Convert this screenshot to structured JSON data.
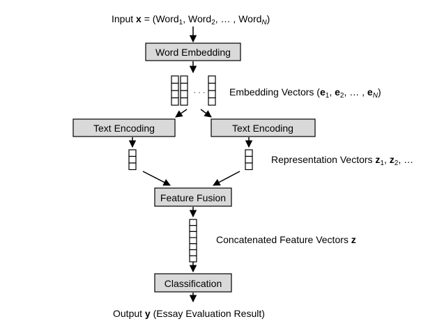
{
  "input_caption": {
    "prefix": "Input ",
    "var": "x",
    "eq": " = (Word",
    "sub1": "1",
    "sep1": ", Word",
    "sub2": "2",
    "sep2": ", … , Word",
    "subN": "N",
    "close": ")"
  },
  "boxes": {
    "word_embedding": "Word Embedding",
    "text_encoding_left": "Text Encoding",
    "text_encoding_right": "Text Encoding",
    "feature_fusion": "Feature Fusion",
    "classification": "Classification"
  },
  "embedding_vectors_caption": {
    "prefix": "Embedding Vectors (",
    "e1": "e",
    "s1": "1",
    "c1": ", ",
    "e2": "e",
    "s2": "2",
    "c2": ", … , ",
    "eN": "e",
    "sN": "N",
    "close": ")"
  },
  "vector_ellipsis": "· · ·",
  "representation_vectors_caption": {
    "prefix": "Representation Vectors ",
    "z1": "z",
    "s1": "1",
    "c1": ", ",
    "z2": "z",
    "s2": "2",
    "rest": ", …"
  },
  "concatenated_caption": {
    "prefix": "Concatenated Feature Vectors ",
    "z": "z"
  },
  "output_caption": {
    "prefix": "Output ",
    "y": "y",
    "rest": " (Essay Evaluation Result)"
  },
  "colors": {
    "box_fill": "#d9d9d9",
    "stroke": "#000000"
  }
}
